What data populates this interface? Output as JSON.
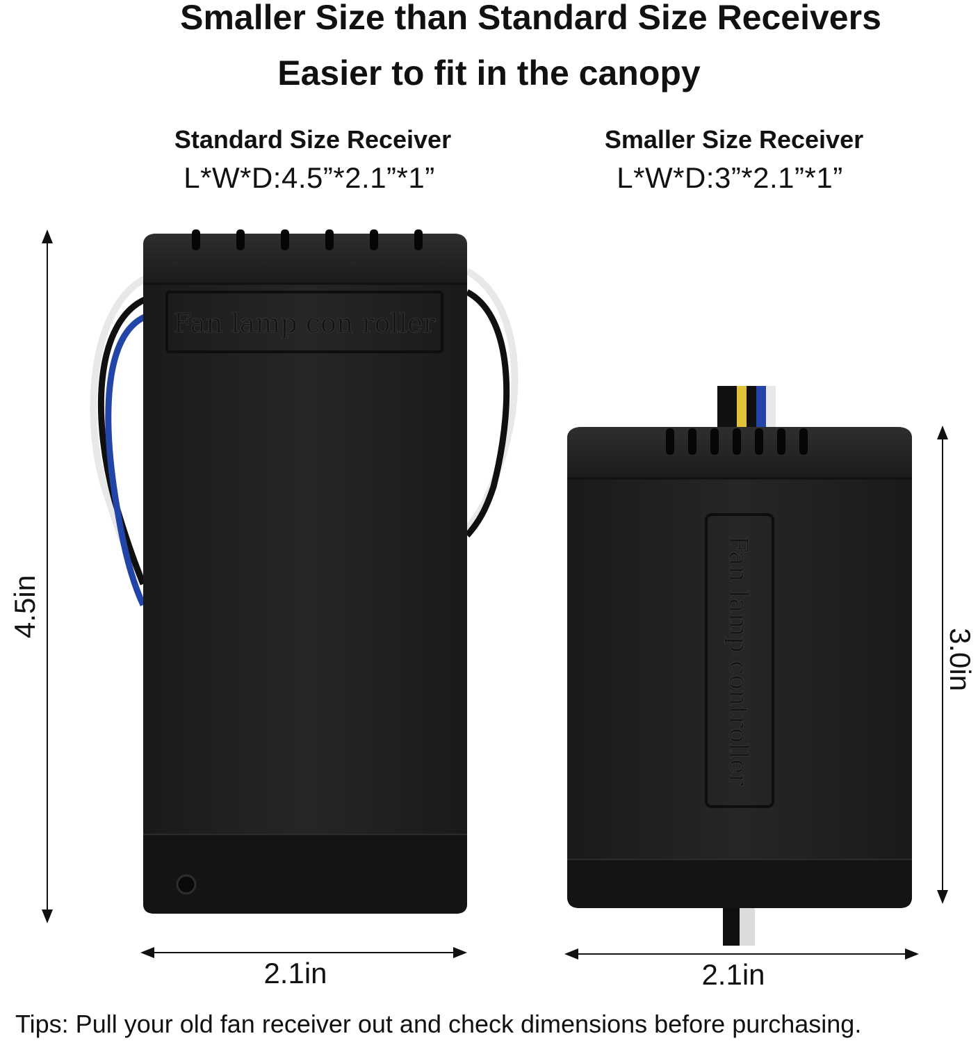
{
  "headline": {
    "line1": "Smaller Size than Standard Size Receivers",
    "line2": "Easier to fit in the canopy"
  },
  "standard_receiver": {
    "name": "Standard Size Receiver",
    "dimensions": "L*W*D:4.5”*2.1”*1”",
    "height_label": "4.5in",
    "width_label": "2.1in",
    "embossed_text": "Fan lamp con roller",
    "body_color": "#1f1f21"
  },
  "smaller_receiver": {
    "name": "Smaller Size Receiver",
    "dimensions": "L*W*D:3”*2.1”*1”",
    "height_label": "3.0in",
    "width_label": "2.1in",
    "embossed_text": "Fan lamp controller",
    "body_color": "#1f1f21"
  },
  "wire_colors": {
    "white": "#e8e8e8",
    "black": "#101010",
    "blue": "#2345a8",
    "yellow": "#e0c23a"
  },
  "tips": "Tips: Pull your old fan receiver out and check dimensions before purchasing."
}
